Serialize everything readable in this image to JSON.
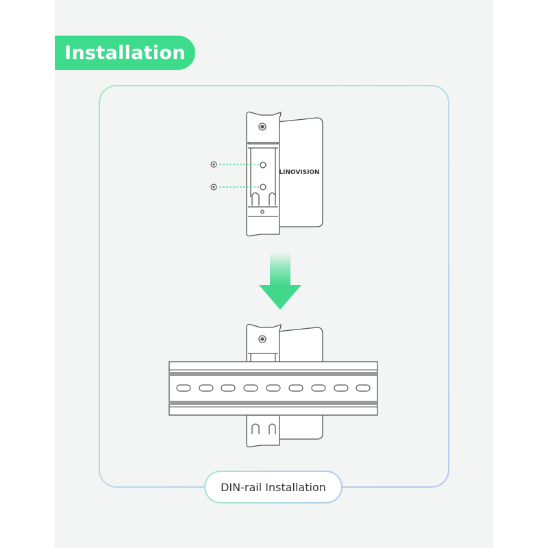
{
  "section": {
    "title": "Installation"
  },
  "device": {
    "brand": "LINOVISION"
  },
  "caption": {
    "label": "DIN-rail Installation"
  },
  "colors": {
    "accent_green": "#3ddc8c",
    "arrow_green": "#4fdb94",
    "line": "#555555",
    "rail_gray": "#9a9a9a"
  }
}
